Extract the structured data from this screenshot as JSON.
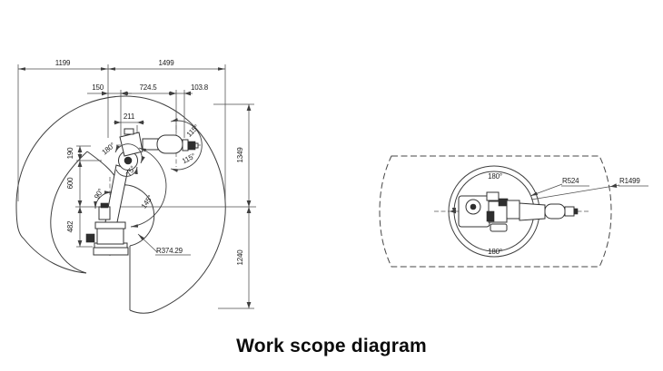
{
  "title": "Work scope diagram",
  "side_view": {
    "dim_1199": "1199",
    "dim_1499": "1499",
    "dim_150": "150",
    "dim_724_5": "724.5",
    "dim_103_8": "103.8",
    "dim_211": "211",
    "dim_190": "190",
    "dim_600": "600",
    "dim_482": "482",
    "dim_1349": "1349",
    "dim_1240": "1240",
    "radius_min_reach": "R374.29",
    "angle_elbow_sweep": "180°",
    "angle_elbow_small": "75°",
    "angle_base_front": "90°",
    "angle_shoulder_sweep": "145°",
    "angle_wrist_up": "115°",
    "angle_wrist_down": "115°"
  },
  "top_view": {
    "angle_slew_top": "180°",
    "angle_slew_bottom": "180°",
    "radius_inner": "R524",
    "radius_outer": "R1499"
  },
  "colors": {
    "line": "#3f3f3f",
    "dimension": "#4d4d4d",
    "text": "#1d1d1d",
    "background": "#ffffff"
  }
}
